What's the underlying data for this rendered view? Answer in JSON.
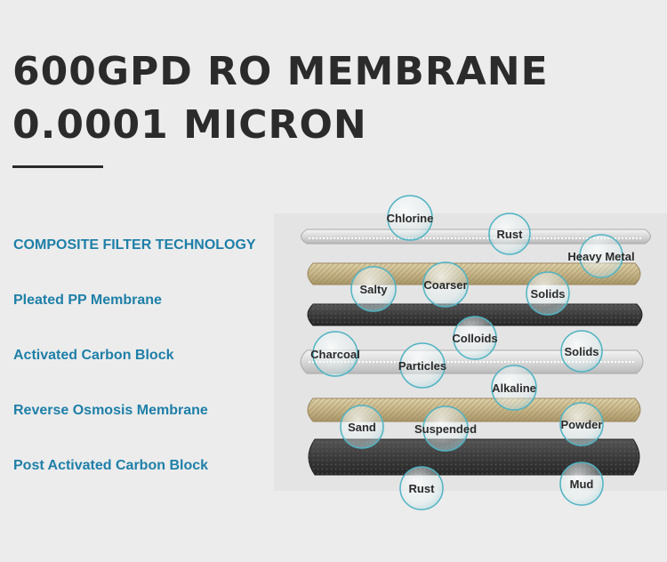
{
  "title_line1": "600GPD RO MEMBRANE",
  "title_line2": "0.0001 MICRON",
  "layers": [
    "COMPOSITE FILTER TECHNOLOGY",
    "Pleated PP Membrane",
    "Activated Carbon Block",
    "Reverse Osmosis Membrane",
    "Post Activated Carbon Block"
  ],
  "bubbles": [
    "Chlorine",
    "Rust",
    "Heavy Metal",
    "Salty",
    "Coarser",
    "Solids",
    "Colloids",
    "Charcoal",
    "Particles",
    "Solids",
    "Alkaline",
    "Sand",
    "Suspended",
    "Powder",
    "Rust",
    "Mud"
  ],
  "colors": {
    "title": "#2b2b2b",
    "label": "#1e7fa8",
    "background": "#ececec",
    "membrane": "#d9d9d9",
    "pp": "#c9b98f",
    "carbon": "#3c3c3c"
  }
}
